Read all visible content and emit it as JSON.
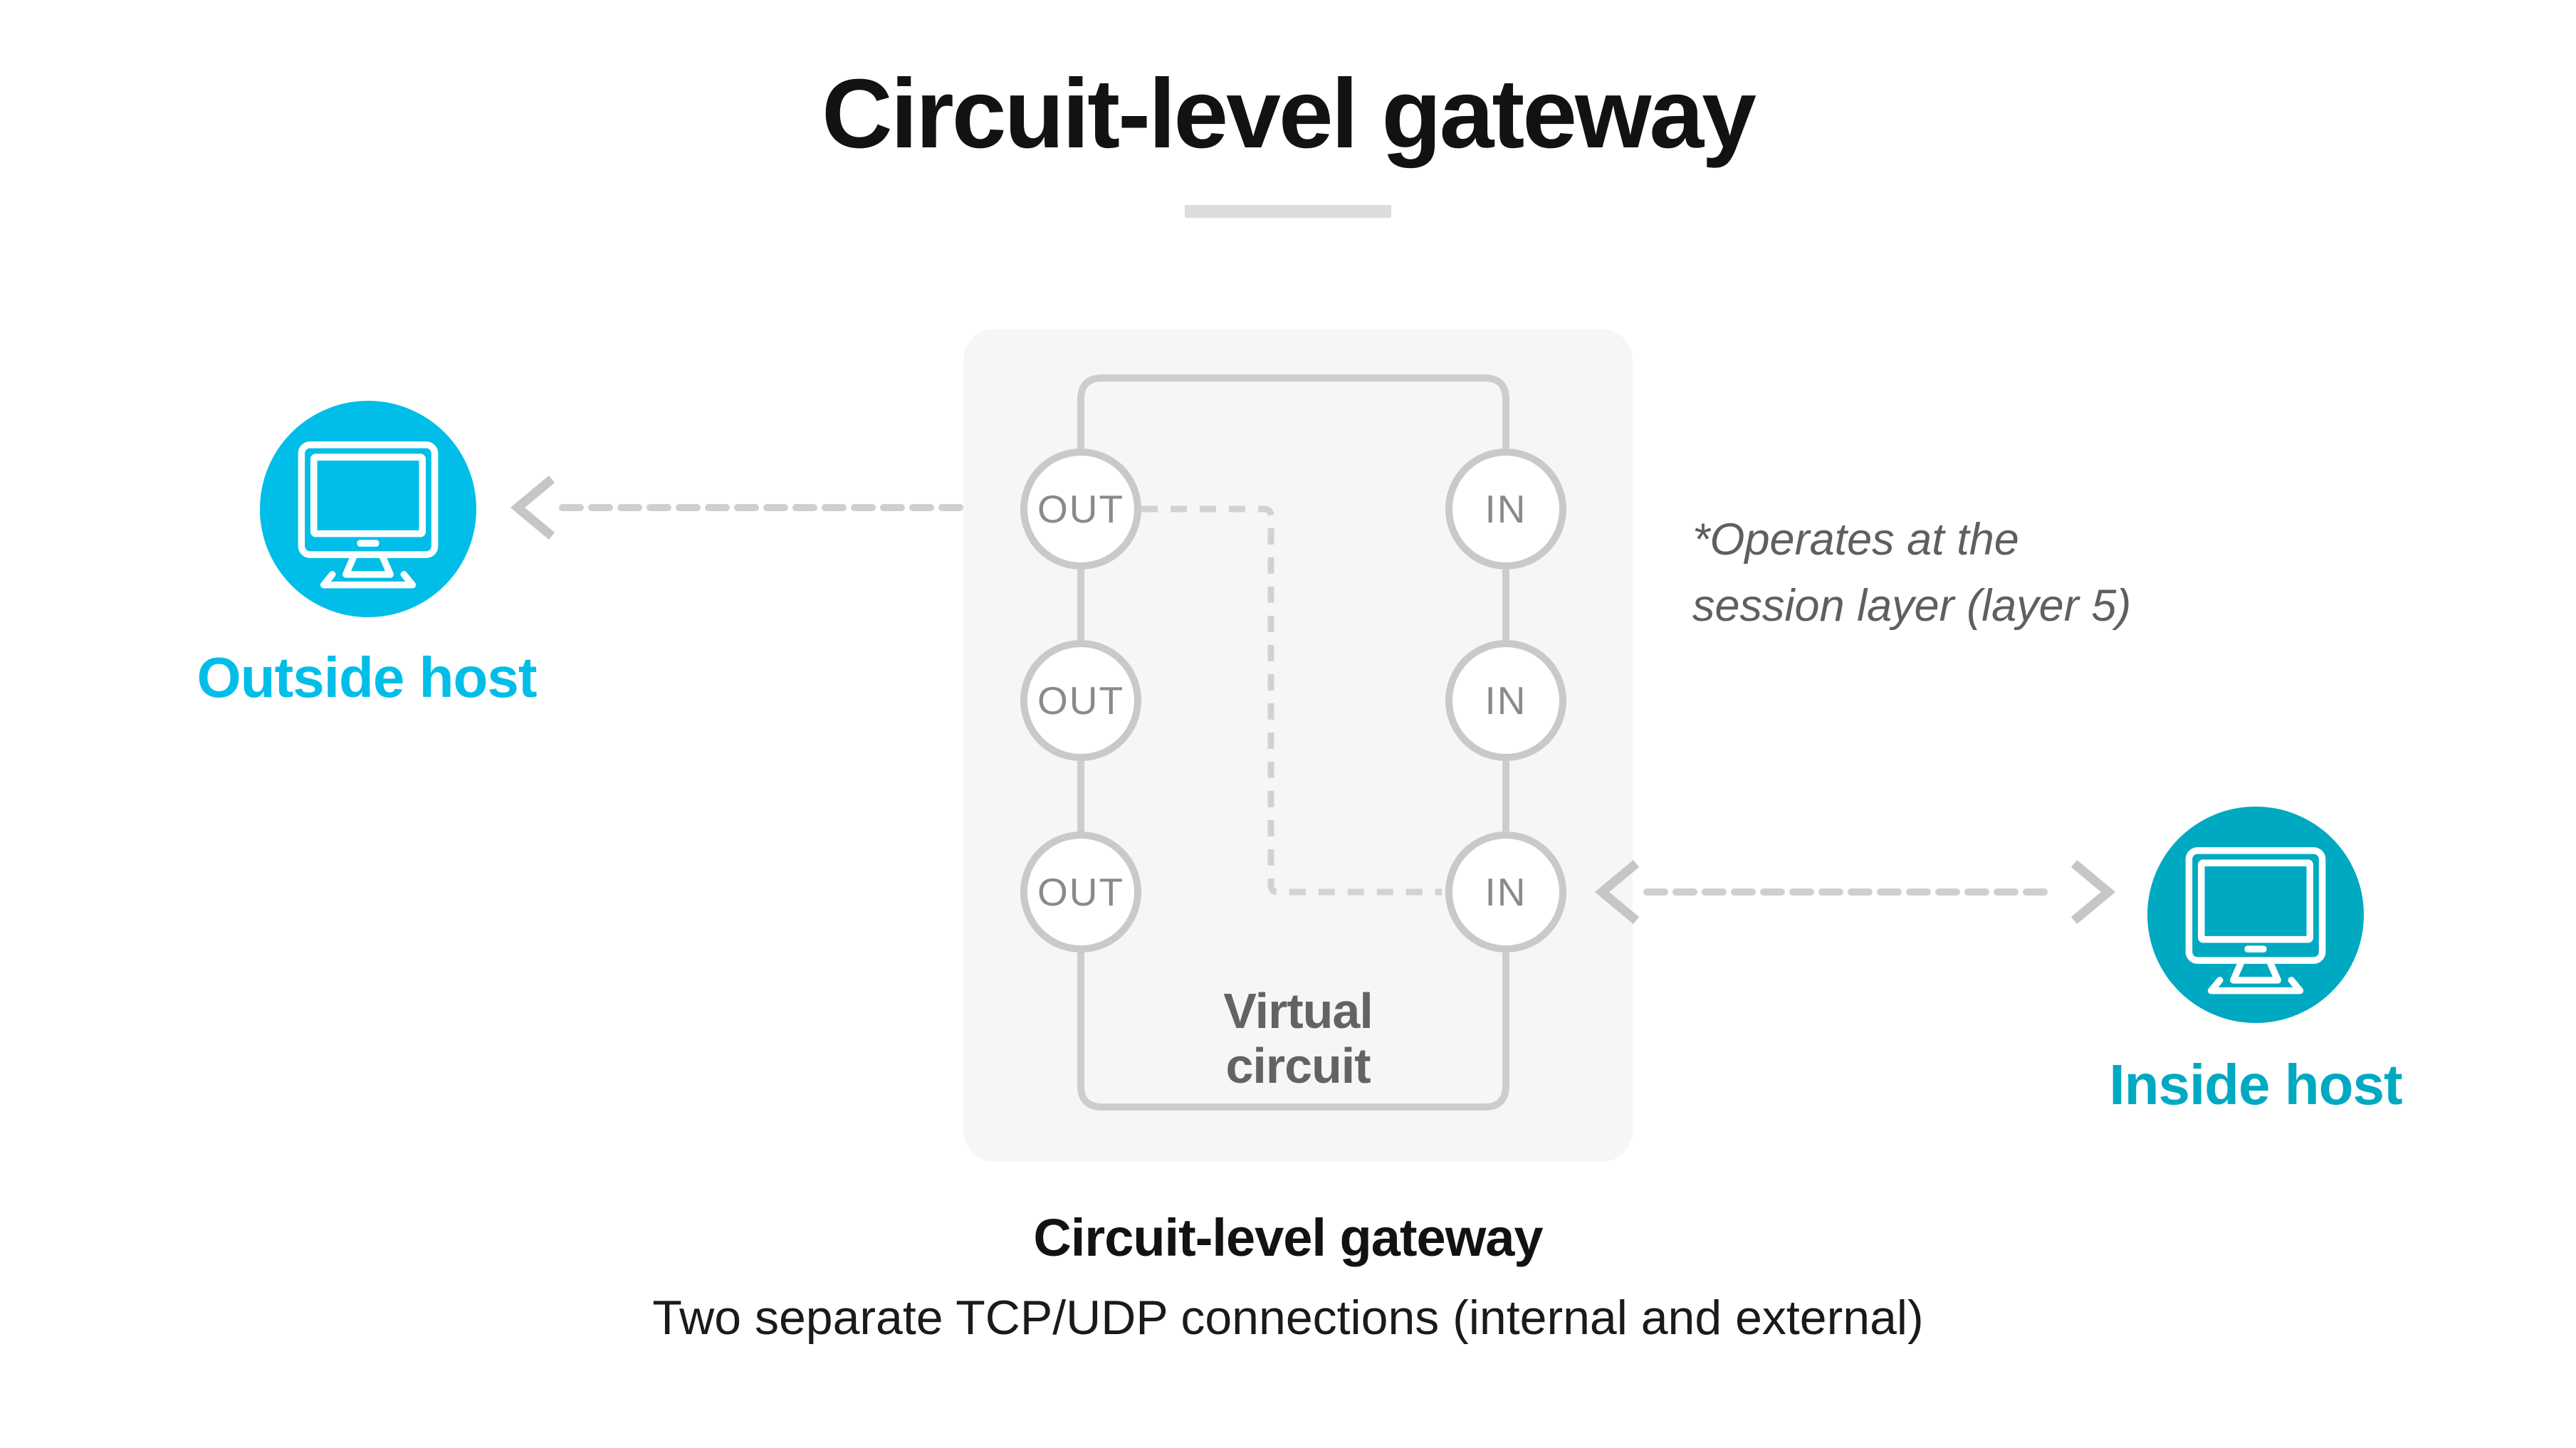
{
  "title": "Circuit-level gateway",
  "outside_host": {
    "label": "Outside host",
    "color": "#00bee8",
    "icon": "monitor-icon"
  },
  "inside_host": {
    "label": "Inside host",
    "color": "#00a9c2",
    "icon": "monitor-icon"
  },
  "gateway": {
    "out_ports": [
      "OUT",
      "OUT",
      "OUT"
    ],
    "in_ports": [
      "IN",
      "IN",
      "IN"
    ],
    "virtual_circuit_line1": "Virtual",
    "virtual_circuit_line2": "circuit",
    "caption": "Circuit-level gateway",
    "subcaption": "Two separate TCP/UDP connections (internal and external)"
  },
  "annotation": {
    "line1": "*Operates at the",
    "line2": "session layer (layer 5)"
  },
  "colors": {
    "accent_cyan": "#00bee8",
    "accent_teal": "#00a9c2",
    "box_background": "#f6f6f6",
    "connector_gray": "#cdcdcd",
    "port_border_gray": "#c9c9c9",
    "port_text_gray": "#8a8a8a",
    "dashed_line_gray": "#d2d2d2",
    "arrow_gray": "#c6c6c6",
    "virtual_circuit_text": "#636363",
    "annotation_text": "#5f5f5f",
    "title_text": "#121212",
    "divider_gray": "#dcdcdc"
  }
}
